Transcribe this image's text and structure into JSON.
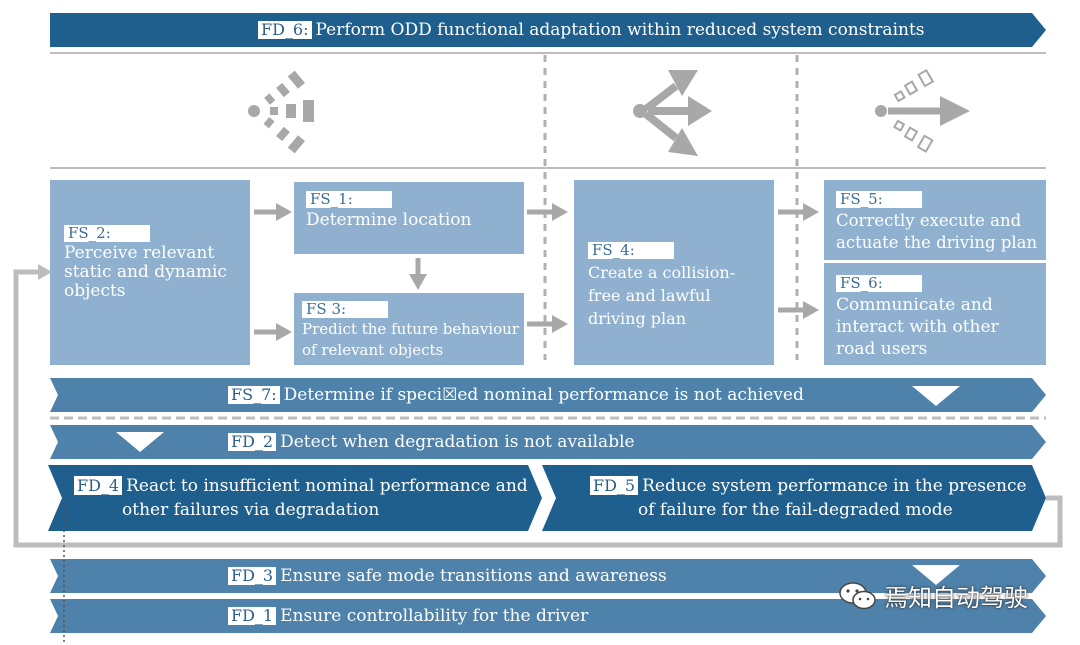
{
  "top": {
    "tag": "FD_6:",
    "text": "Perform ODD functional adaptation within reduced system constraints"
  },
  "fs2": {
    "tag": "FS_2:",
    "text": "Perceive relevant static and dynamic objects"
  },
  "fs1": {
    "tag": "FS_1:",
    "text": "Determine location"
  },
  "fs3": {
    "tag": "FS 3:",
    "text": "Predict the future behaviour of relevant objects"
  },
  "fs4": {
    "tag": "FS_4:",
    "text": "Create a collision-free and lawful driving plan"
  },
  "fs5": {
    "tag": "FS_5:",
    "text": "Correctly execute and actuate the driving plan"
  },
  "fs6": {
    "tag": "FS_6:",
    "text": "Communicate and interact with other road users"
  },
  "fs7": {
    "tag": "FS_7:",
    "text": "Determine if speci☒ed nominal performance is not achieved"
  },
  "fd2": {
    "tag": "FD_2",
    "text": "Detect when degradation is not available"
  },
  "fd4": {
    "tag": "FD_4",
    "line1": "React to insufficient nominal performance and",
    "line2": "other failures via degradation"
  },
  "fd5": {
    "tag": "FD_5",
    "line1": "Reduce system performance in the presence",
    "line2": "of failure for the fail-degraded mode"
  },
  "fd3": {
    "tag": "FD_3",
    "text": "Ensure safe mode transitions and awareness"
  },
  "fd1": {
    "tag": "FD_1",
    "text": "Ensure controllability for the driver"
  },
  "watermark": {
    "text": "焉知自动驾驶",
    "icon": "wechat-icon"
  },
  "icons": {
    "perceive": "perception-waves-icon",
    "plan": "plan-arrows-icon",
    "act": "act-arrow-icon"
  }
}
